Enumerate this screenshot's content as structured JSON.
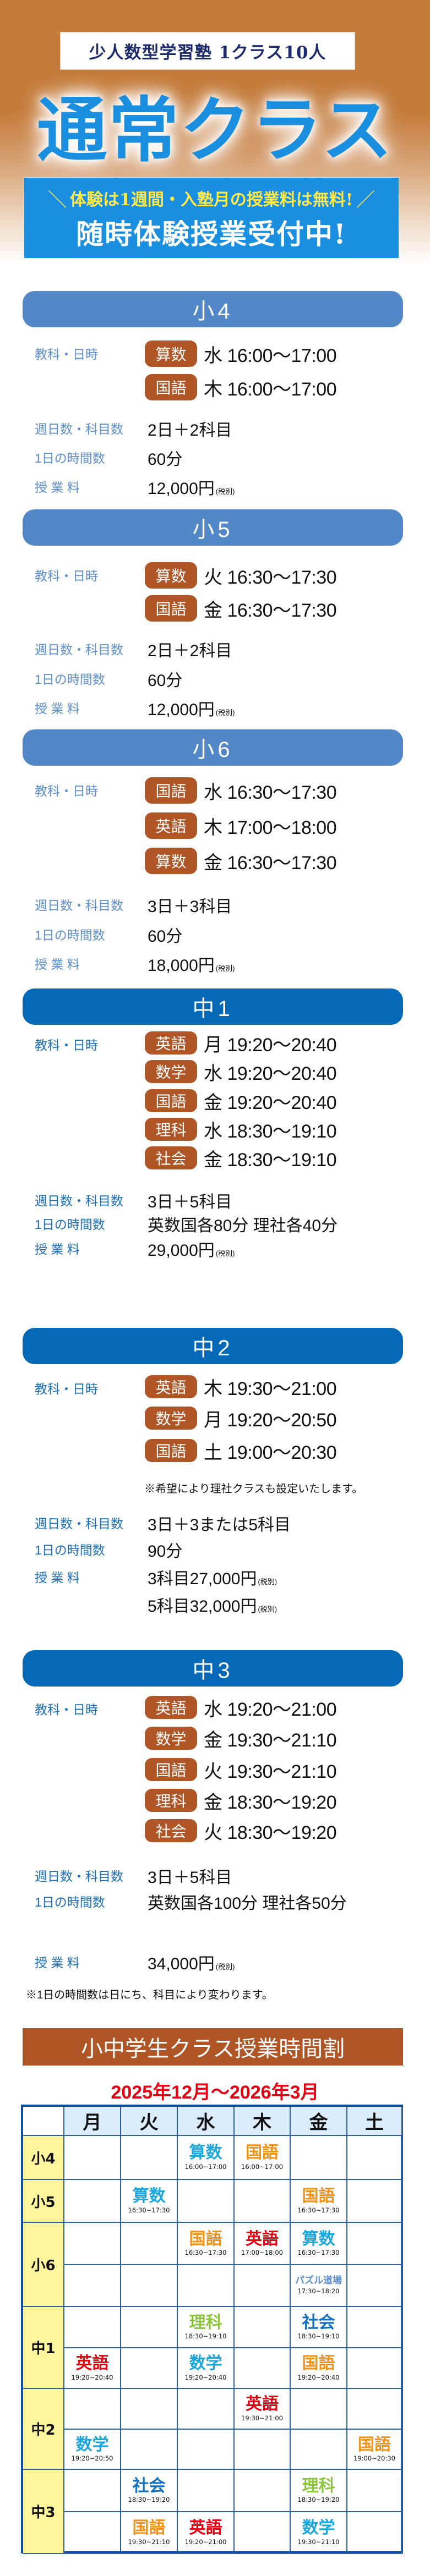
{
  "hero": {
    "subtitle": "少人数型学習塾 1クラス10人",
    "title": "通常クラス",
    "catch_slash_left": "＼",
    "catch": "体験は1週間・入塾月の授業料は無料!",
    "catch_slash_right": "／",
    "cta": "随時体験授業受付中!"
  },
  "labels": {
    "subjects_times": "教科・日時",
    "days_subjects": "週日数・科目数",
    "hours_per_day": "1日の時間数",
    "tuition": "授 業 料",
    "tax_note": "(税別)"
  },
  "grades": [
    {
      "name": "小4",
      "subjects": [
        {
          "subject": "算数",
          "schedule": "水 16:00〜17:00"
        },
        {
          "subject": "国語",
          "schedule": "木 16:00〜17:00"
        }
      ],
      "days_subjects": "2日＋2科目",
      "hours_per_day": "60分",
      "tuition": [
        "12,000円"
      ]
    },
    {
      "name": "小5",
      "subjects": [
        {
          "subject": "算数",
          "schedule": "火 16:30〜17:30"
        },
        {
          "subject": "国語",
          "schedule": "金 16:30〜17:30"
        }
      ],
      "days_subjects": "2日＋2科目",
      "hours_per_day": "60分",
      "tuition": [
        "12,000円"
      ]
    },
    {
      "name": "小6",
      "subjects": [
        {
          "subject": "国語",
          "schedule": "水 16:30〜17:30"
        },
        {
          "subject": "英語",
          "schedule": "木 17:00〜18:00"
        },
        {
          "subject": "算数",
          "schedule": "金 16:30〜17:30"
        }
      ],
      "days_subjects": "3日＋3科目",
      "hours_per_day": "60分",
      "tuition": [
        "18,000円"
      ]
    },
    {
      "name": "中1",
      "subjects": [
        {
          "subject": "英語",
          "schedule": "月 19:20〜20:40"
        },
        {
          "subject": "数学",
          "schedule": "水 19:20〜20:40"
        },
        {
          "subject": "国語",
          "schedule": "金 19:20〜20:40"
        },
        {
          "subject": "理科",
          "schedule": "水 18:30〜19:10"
        },
        {
          "subject": "社会",
          "schedule": "金 18:30〜19:10"
        }
      ],
      "days_subjects": "3日＋5科目",
      "hours_per_day": "英数国各80分 理社各40分",
      "tuition": [
        "29,000円"
      ]
    },
    {
      "name": "中2",
      "subjects": [
        {
          "subject": "英語",
          "schedule": "木 19:30〜21:00"
        },
        {
          "subject": "数学",
          "schedule": "月 19:20〜20:50"
        },
        {
          "subject": "国語",
          "schedule": "土 19:00〜20:30"
        }
      ],
      "note": "※希望により理社クラスも設定いたします。",
      "days_subjects": "3日＋3または5科目",
      "hours_per_day": "90分",
      "tuition": [
        "3科目27,000円",
        "5科目32,000円"
      ]
    },
    {
      "name": "中3",
      "subjects": [
        {
          "subject": "英語",
          "schedule": "水 19:20〜21:00"
        },
        {
          "subject": "数学",
          "schedule": "金 19:30〜21:10"
        },
        {
          "subject": "国語",
          "schedule": "火 19:30〜21:10"
        },
        {
          "subject": "理科",
          "schedule": "金 18:30〜19:20"
        },
        {
          "subject": "社会",
          "schedule": "火 18:30〜19:20"
        }
      ],
      "days_subjects": "3日＋5科目",
      "hours_per_day": "英数国各100分 理社各50分",
      "tuition": [
        "34,000円"
      ]
    }
  ],
  "footnote": "※1日の時間数は日にち、科目により変わります。",
  "timetable": {
    "title": "小中学生クラス授業時間割",
    "period": "2025年12月〜2026年3月",
    "days": [
      "月",
      "火",
      "水",
      "木",
      "金",
      "土"
    ],
    "subject_colors": {
      "算数": "#1aa7e0",
      "数学": "#1aa7e0",
      "国語": "#f39214",
      "英語": "#e60012",
      "理科": "#8cc63f",
      "社会": "#1470c0",
      "パズル道場": "#5a8ed0"
    },
    "rows": [
      {
        "grade": "小4",
        "slots": [
          [
            null,
            null,
            {
              "subject": "算数",
              "time": "16:00~17:00"
            },
            {
              "subject": "国語",
              "time": "16:00~17:00"
            },
            null,
            null
          ]
        ]
      },
      {
        "grade": "小5",
        "slots": [
          [
            null,
            {
              "subject": "算数",
              "time": "16:30~17:30"
            },
            null,
            null,
            {
              "subject": "国語",
              "time": "16:30~17:30"
            },
            null
          ]
        ]
      },
      {
        "grade": "小6",
        "slots": [
          [
            null,
            null,
            {
              "subject": "国語",
              "time": "16:30~17:30"
            },
            {
              "subject": "英語",
              "time": "17:00~18:00"
            },
            {
              "subject": "算数",
              "time": "16:30~17:30"
            },
            null
          ],
          [
            null,
            null,
            null,
            null,
            {
              "subject": "パズル道場",
              "time": "17:30~18:20"
            },
            null
          ]
        ]
      },
      {
        "grade": "中1",
        "slots": [
          [
            null,
            null,
            {
              "subject": "理科",
              "time": "18:30~19:10"
            },
            null,
            {
              "subject": "社会",
              "time": "18:30~19:10"
            },
            null
          ],
          [
            {
              "subject": "英語",
              "time": "19:20~20:40"
            },
            null,
            {
              "subject": "数学",
              "time": "19:20~20:40"
            },
            null,
            {
              "subject": "国語",
              "time": "19:20~20:40"
            },
            null
          ]
        ]
      },
      {
        "grade": "中2",
        "slots": [
          [
            null,
            null,
            null,
            {
              "subject": "英語",
              "time": "19:30~21:00"
            },
            null,
            null
          ],
          [
            {
              "subject": "数学",
              "time": "19:20~20:50"
            },
            null,
            null,
            null,
            null,
            {
              "subject": "国語",
              "time": "19:00~20:30"
            }
          ]
        ]
      },
      {
        "grade": "中3",
        "slots": [
          [
            null,
            {
              "subject": "社会",
              "time": "18:30~19:20"
            },
            null,
            null,
            {
              "subject": "理科",
              "time": "18:30~19:20"
            },
            null
          ],
          [
            null,
            {
              "subject": "国語",
              "time": "19:30~21:10"
            },
            {
              "subject": "英語",
              "time": "19:20~21:00"
            },
            null,
            {
              "subject": "数学",
              "time": "19:30~21:10"
            },
            null
          ]
        ]
      }
    ]
  }
}
